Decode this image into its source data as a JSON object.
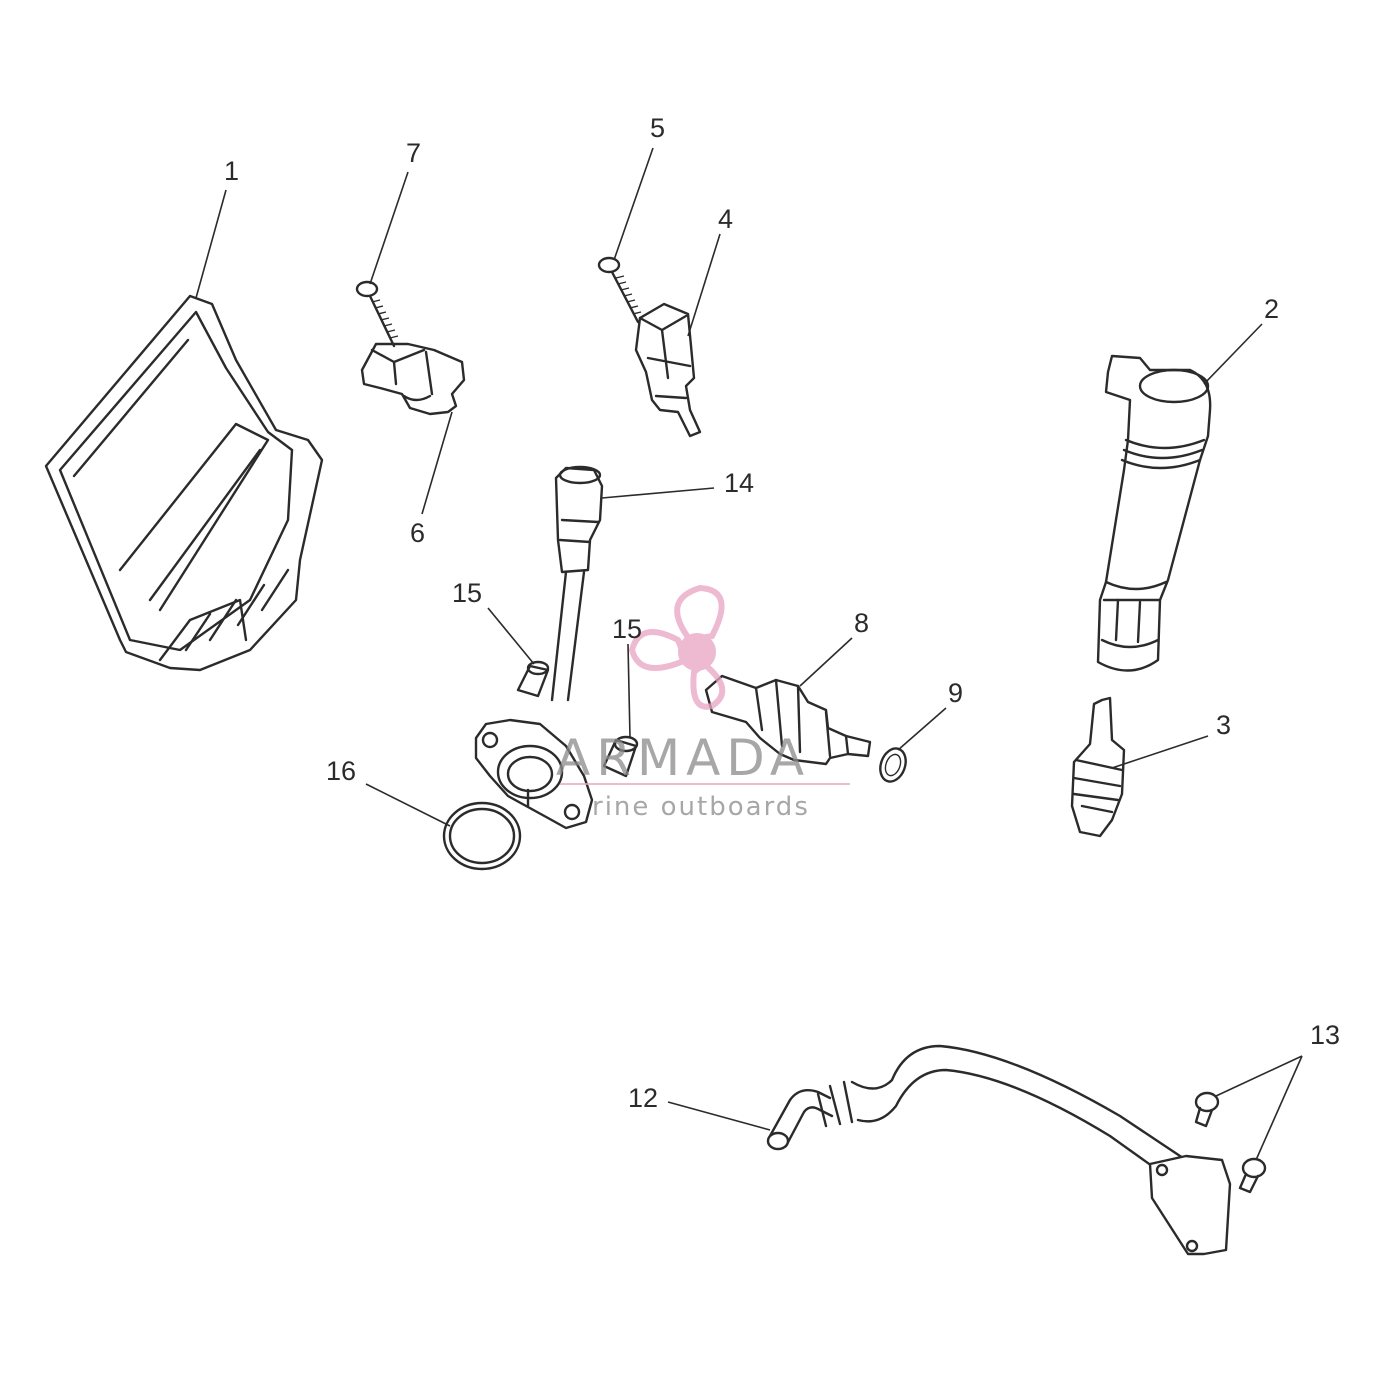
{
  "callouts": {
    "c1": "1",
    "c2": "2",
    "c3": "3",
    "c4": "4",
    "c5": "5",
    "c6": "6",
    "c7": "7",
    "c8": "8",
    "c9": "9",
    "c12": "12",
    "c13": "13",
    "c14": "14",
    "c15a": "15",
    "c15b": "15",
    "c16": "16"
  },
  "watermark": {
    "brand": "ARMADA",
    "tagline": "rine outboards",
    "logo_color": "#e7a4c4",
    "logo_icon": "propeller-icon"
  }
}
